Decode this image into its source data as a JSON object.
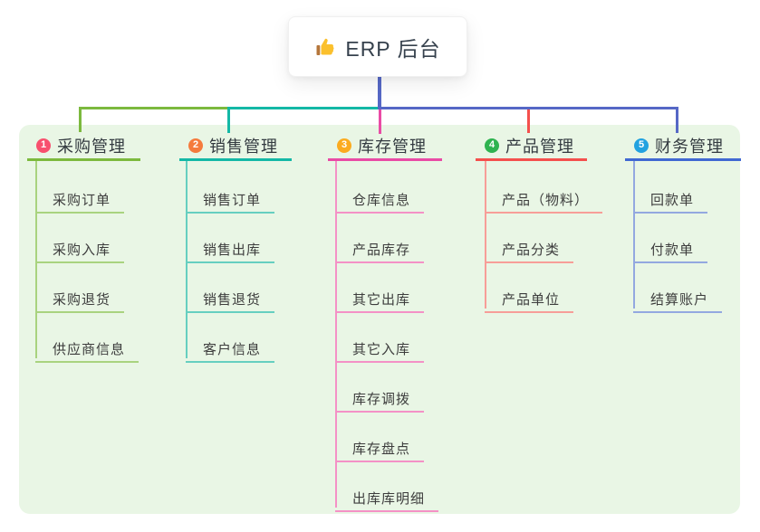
{
  "root": {
    "title": "ERP 后台",
    "icon": "thumbs-up-icon"
  },
  "panel": {
    "background": "#e9f6e5"
  },
  "connector": {
    "trunk_color": "#5668c6"
  },
  "branches": [
    {
      "num": "1",
      "label": "采购管理",
      "badge_color": "#f8506e",
      "line_color": "#7cb93e",
      "item_line_color": "#a9d37f",
      "items": [
        "采购订单",
        "采购入库",
        "采购退货",
        "供应商信息"
      ]
    },
    {
      "num": "2",
      "label": "销售管理",
      "badge_color": "#f57b3d",
      "line_color": "#14b8a6",
      "item_line_color": "#66cfc0",
      "items": [
        "销售订单",
        "销售出库",
        "销售退货",
        "客户信息"
      ]
    },
    {
      "num": "3",
      "label": "库存管理",
      "badge_color": "#fbab1f",
      "line_color": "#e94ba5",
      "item_line_color": "#f491c6",
      "items": [
        "仓库信息",
        "产品库存",
        "其它出库",
        "其它入库",
        "库存调拨",
        "库存盘点",
        "出库库明细"
      ]
    },
    {
      "num": "4",
      "label": "产品管理",
      "badge_color": "#2fb350",
      "line_color": "#f4504d",
      "item_line_color": "#f79e98",
      "items": [
        "产品（物料）",
        "产品分类",
        "产品单位"
      ]
    },
    {
      "num": "5",
      "label": "财务管理",
      "badge_color": "#22a2e0",
      "line_color": "#4169d2",
      "item_line_color": "#93a8e0",
      "items": [
        "回款单",
        "付款单",
        "结算账户"
      ]
    }
  ]
}
